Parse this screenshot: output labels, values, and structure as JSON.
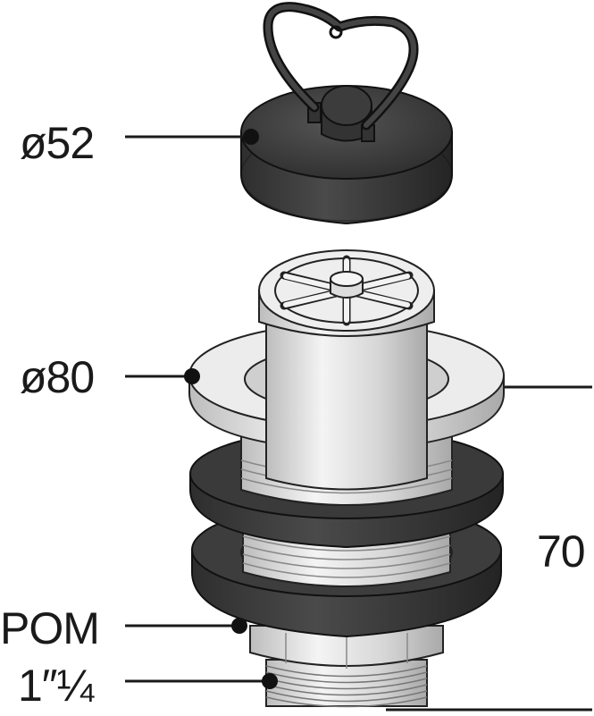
{
  "labels": {
    "plug_diameter": "ø52",
    "flange_diameter": "ø80",
    "material": "POM",
    "thread_size": "1″¼",
    "height": "70"
  },
  "colors": {
    "rubber": "#3a3a3a",
    "rubber_dark": "#262626",
    "metal": "#dcdcdc",
    "metal_light": "#f2f2f2",
    "metal_dark": "#a8a8a8",
    "line": "#1a1a1a"
  }
}
